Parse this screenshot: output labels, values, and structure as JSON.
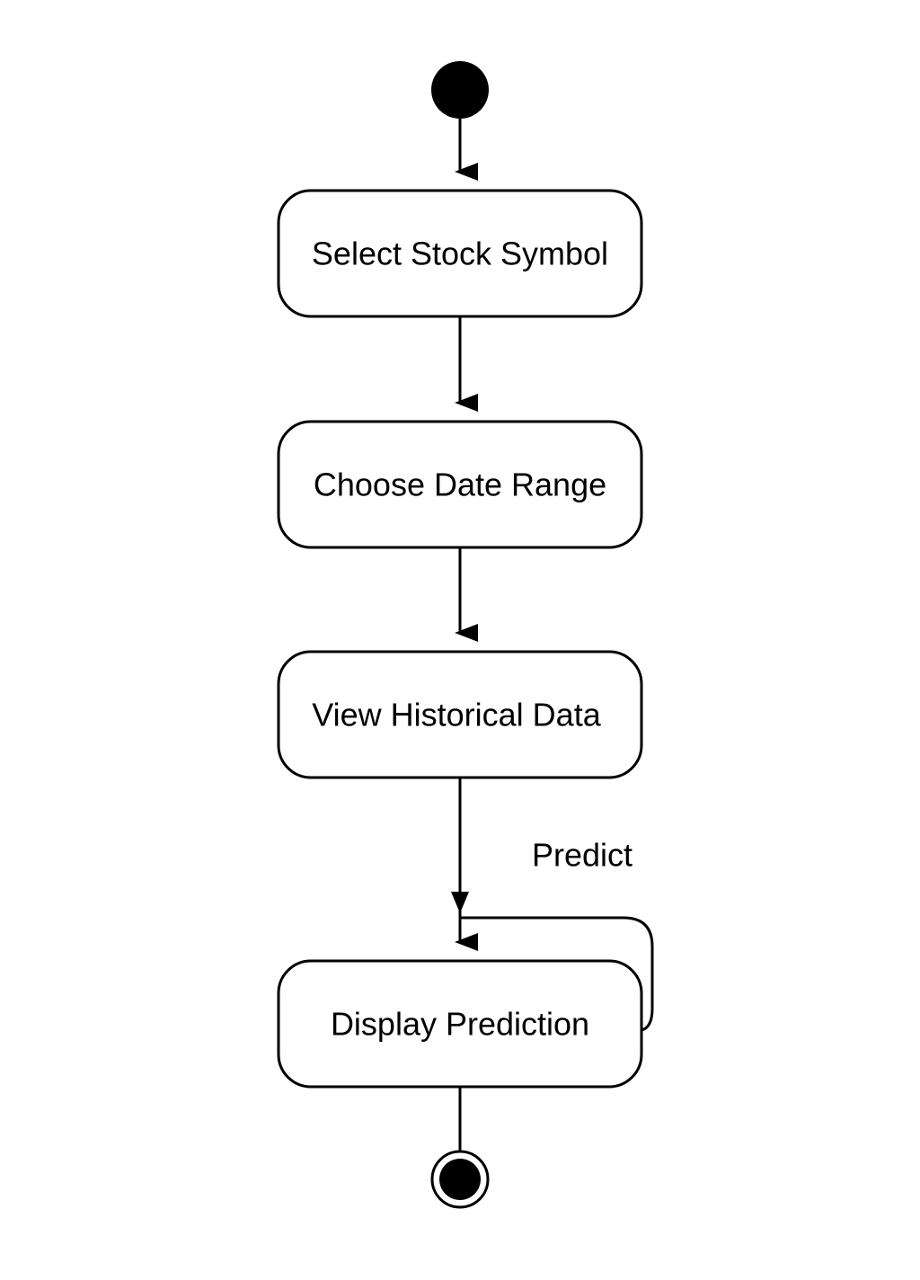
{
  "diagram": {
    "type": "uml-activity",
    "nodes": [
      {
        "id": "start",
        "kind": "initial-node"
      },
      {
        "id": "select-stock-symbol",
        "kind": "action",
        "label": "Select Stock Symbol"
      },
      {
        "id": "choose-date-range",
        "kind": "action",
        "label": "Choose Date Range"
      },
      {
        "id": "view-historical-data",
        "kind": "action",
        "label": "View Historical Data"
      },
      {
        "id": "display-prediction",
        "kind": "action",
        "label": "Display Prediction"
      },
      {
        "id": "end",
        "kind": "final-node"
      }
    ],
    "edges": [
      {
        "from": "start",
        "to": "select-stock-symbol",
        "label": ""
      },
      {
        "from": "select-stock-symbol",
        "to": "choose-date-range",
        "label": ""
      },
      {
        "from": "choose-date-range",
        "to": "view-historical-data",
        "label": ""
      },
      {
        "from": "view-historical-data",
        "to": "display-prediction",
        "label": "Predict"
      },
      {
        "from": "display-prediction",
        "to": "display-prediction",
        "label": ""
      },
      {
        "from": "display-prediction",
        "to": "end",
        "label": ""
      }
    ],
    "colors": {
      "stroke": "#000000",
      "fill": "#ffffff",
      "text": "#000000"
    }
  }
}
